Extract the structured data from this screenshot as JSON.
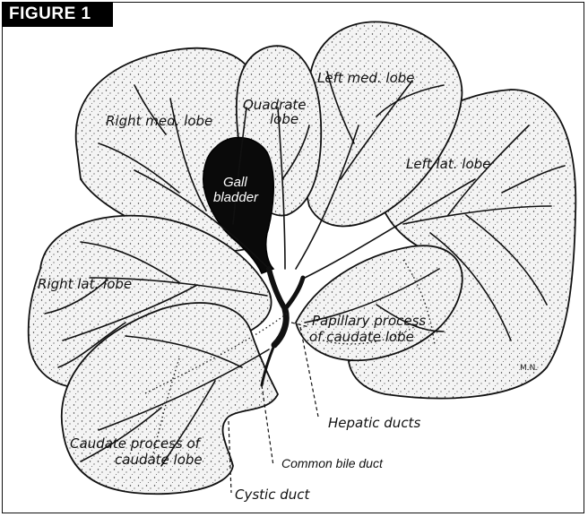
{
  "figure_label": "FIGURE 1",
  "labels": {
    "right_med_lobe": "Right med. lobe",
    "quadrate_1": "Quadrate",
    "quadrate_2": "lobe",
    "left_med_lobe": "Left med. lobe",
    "left_lat_lobe": "Left lat. lobe",
    "gall_1": "Gall",
    "gall_2": "bladder",
    "right_lat_lobe": "Right lat. lobe",
    "papillary_1": "Papillary process",
    "papillary_2": "of caudate lobe",
    "hepatic_ducts": "Hepatic ducts",
    "caudate_1": "Caudate process of",
    "caudate_2": "caudate lobe",
    "common_bile_duct": "Common bile duct",
    "cystic_duct": "Cystic duct",
    "signature": "M.N."
  }
}
